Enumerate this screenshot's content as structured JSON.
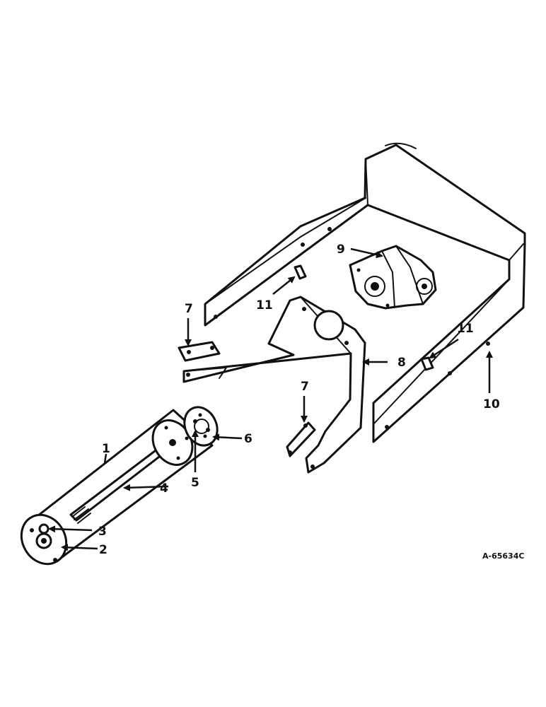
{
  "callouts": {
    "c1": "1",
    "c2": "2",
    "c3": "3",
    "c4": "4",
    "c5": "5",
    "c6": "6",
    "c7a": "7",
    "c7b": "7",
    "c8": "8",
    "c9": "9",
    "c10": "10",
    "c11a": "11",
    "c11b": "11"
  },
  "figure_id": "A-65634C"
}
